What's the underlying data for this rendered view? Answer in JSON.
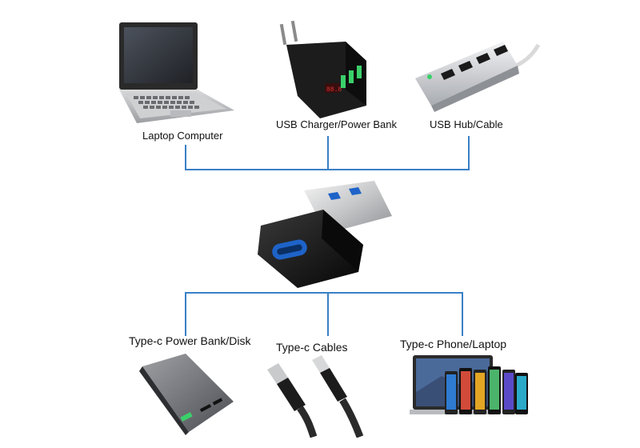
{
  "top_devices": [
    {
      "label": "Laptop Computer",
      "icon": "laptop-icon"
    },
    {
      "label": "USB Charger/Power Bank",
      "icon": "usb-charger-icon"
    },
    {
      "label": "USB Hub/Cable",
      "icon": "usb-hub-icon"
    }
  ],
  "center_device": {
    "icon": "usb-a-to-type-c-adapter-icon"
  },
  "bottom_devices": [
    {
      "label": "Type-c Power Bank/Disk",
      "icon": "power-bank-icon"
    },
    {
      "label": "Type-c Cables",
      "icon": "type-c-cable-icon"
    },
    {
      "label": "Type-c Phone/Laptop",
      "icon": "phone-laptop-icon"
    }
  ],
  "colors": {
    "connector_line": "#3a7fc6",
    "adapter_body": "#151515",
    "usb_port_blue": "#1e63c8"
  }
}
